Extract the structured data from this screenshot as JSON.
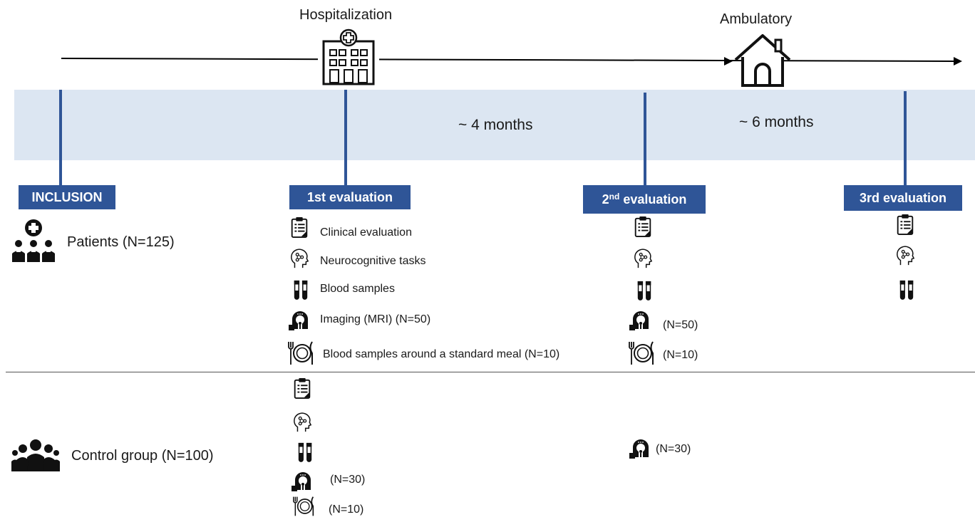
{
  "timeline": {
    "hospitalization_label": "Hospitalization",
    "ambulatory_label": "Ambulatory",
    "duration_1": "~ 4 months",
    "duration_2": "~ 6 months"
  },
  "milestones": {
    "inclusion": "INCLUSION",
    "first": "1st evaluation",
    "second_base": "2",
    "second_sup": "nd",
    "second_rest": " evaluation",
    "third": "3rd evaluation"
  },
  "groups": {
    "patients": "Patients (N=125)",
    "controls": "Control group (N=100)"
  },
  "assessments": {
    "clinical": "Clinical evaluation",
    "neuro": "Neurocognitive tasks",
    "blood": "Blood samples",
    "imaging": "Imaging (MRI) (N=50)",
    "meal": "Blood samples around a standard meal (N=10)"
  },
  "second_eval_patients": {
    "imaging_n": "(N=50)",
    "meal_n": "(N=10)"
  },
  "second_eval_controls": {
    "imaging_n": "(N=30)"
  },
  "first_eval_controls": {
    "imaging_n": "(N=30)",
    "meal_n": "(N=10)"
  },
  "colors": {
    "accent": "#2f5597",
    "band": "#dce6f2"
  },
  "icons": [
    "hospital-icon",
    "house-icon",
    "clipboard-icon",
    "head-brain-icon",
    "test-tubes-icon",
    "mri-scanner-icon",
    "plate-cutlery-icon",
    "patients-icon",
    "group-icon"
  ]
}
